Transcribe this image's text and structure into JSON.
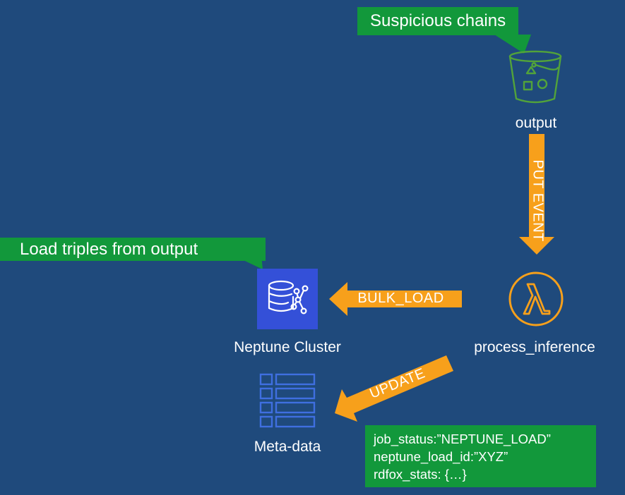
{
  "callouts": {
    "suspicious": "Suspicious chains",
    "load_triples": "Load triples from output"
  },
  "services": {
    "output": {
      "label": "output",
      "icon": "s3-bucket-icon"
    },
    "lambda": {
      "label": "process_inference",
      "icon": "lambda-icon"
    },
    "neptune": {
      "label": "Neptune Cluster",
      "icon": "neptune-icon"
    },
    "metadata": {
      "label": "Meta-data",
      "icon": "dynamodb-table-icon"
    }
  },
  "arrows": {
    "put_event": "PUT EVENT",
    "bulk_load": "BULK_LOAD",
    "update": "UPDATE"
  },
  "metadata_box": {
    "lines": [
      "job_status:”NEPTUNE_LOAD”",
      "neptune_load_id:”XYZ”",
      "rdfox_stats: {…}"
    ]
  },
  "colors": {
    "background": "#1f4a7c",
    "callout_green": "#12983b",
    "arrow_orange": "#f7a01b",
    "s3_green": "#52a33a",
    "lambda_orange": "#f7a01b",
    "neptune_blue": "#3450d8",
    "dynamodb_blue": "#3f6fe0"
  }
}
